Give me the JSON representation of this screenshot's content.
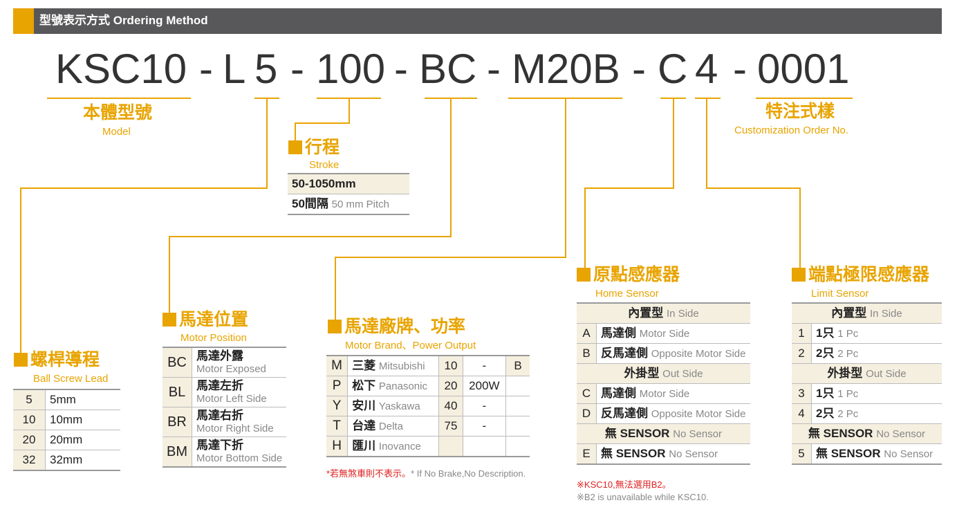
{
  "header": {
    "title": "型號表示方式 Ordering Method"
  },
  "code": {
    "parts": [
      "KSC10",
      "L",
      "5",
      "100",
      "BC",
      "M20B",
      "C",
      "4",
      "0001"
    ],
    "dash": "-"
  },
  "model": {
    "zh": "本體型號",
    "en": "Model"
  },
  "stroke": {
    "zh": "行程",
    "en": "Stroke",
    "range": "50-1050mm",
    "pitch_zh": "50間隔",
    "pitch_en": "50 mm Pitch"
  },
  "custom": {
    "zh": "特注式樣",
    "en": "Customization Order No."
  },
  "lead": {
    "zh": "螺桿導程",
    "en": "Ball Screw Lead",
    "rows": [
      [
        "5",
        "5mm"
      ],
      [
        "10",
        "10mm"
      ],
      [
        "20",
        "20mm"
      ],
      [
        "32",
        "32mm"
      ]
    ]
  },
  "motor_pos": {
    "zh": "馬達位置",
    "en": "Motor Position",
    "rows": [
      [
        "BC",
        "馬達外露",
        "Motor Exposed"
      ],
      [
        "BL",
        "馬達左折",
        "Motor Left Side"
      ],
      [
        "BR",
        "馬達右折",
        "Motor Right Side"
      ],
      [
        "BM",
        "馬達下折",
        "Motor Bottom Side"
      ]
    ]
  },
  "brand": {
    "zh": "馬達廠牌、功率",
    "en": "Motor Brand、Power Output",
    "rows": [
      [
        "M",
        "三菱",
        "Mitsubishi",
        "10",
        "-",
        "B"
      ],
      [
        "P",
        "松下",
        "Panasonic",
        "20",
        "200W",
        ""
      ],
      [
        "Y",
        "安川",
        "Yaskawa",
        "40",
        "-",
        ""
      ],
      [
        "T",
        "台達",
        "Delta",
        "75",
        "-",
        ""
      ],
      [
        "H",
        "匯川",
        "Inovance",
        "",
        "",
        ""
      ]
    ],
    "note_zh": "*若無煞車則不表示。",
    "note_en": "* If No Brake,No Description."
  },
  "home": {
    "zh": "原點感應器",
    "en": "Home Sensor",
    "in_zh": "內置型",
    "in_en": "In Side",
    "out_zh": "外掛型",
    "out_en": "Out Side",
    "rows_in": [
      [
        "A",
        "馬達側",
        "Motor Side"
      ],
      [
        "B",
        "反馬達側",
        "Opposite Motor Side"
      ]
    ],
    "rows_out": [
      [
        "C",
        "馬達側",
        "Motor Side"
      ],
      [
        "D",
        "反馬達側",
        "Opposite Motor Side"
      ]
    ],
    "none_zh": "無 SENSOR",
    "none_en": "No Sensor",
    "none_row": [
      "E",
      "無 SENSOR",
      "No Sensor"
    ],
    "note_zh": "※KSC10,無法選用B2。",
    "note_en": "※B2 is unavailable while KSC10."
  },
  "limit": {
    "zh": "端點極限感應器",
    "en": "Limit Sensor",
    "in_zh": "內置型",
    "in_en": "In Side",
    "out_zh": "外掛型",
    "out_en": "Out Side",
    "rows_in": [
      [
        "1",
        "1只",
        "1 Pc"
      ],
      [
        "2",
        "2只",
        "2 Pc"
      ]
    ],
    "rows_out": [
      [
        "3",
        "1只",
        "1 Pc"
      ],
      [
        "4",
        "2只",
        "2 Pc"
      ]
    ],
    "none_zh": "無 SENSOR",
    "none_en": "No Sensor",
    "none_row": [
      "5",
      "無 SENSOR",
      "No Sensor"
    ]
  },
  "colors": {
    "accent": "#e8a400",
    "header": "#58585a",
    "cell": "#f5efe0"
  }
}
